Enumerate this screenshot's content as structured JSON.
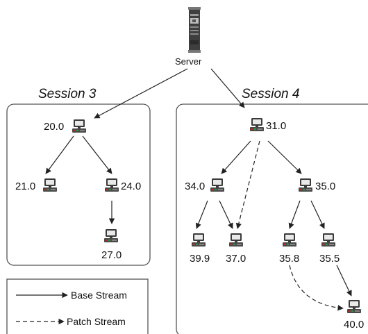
{
  "server": {
    "label": "Server"
  },
  "sessions": [
    {
      "id": "s3",
      "title": "Session 3"
    },
    {
      "id": "s4",
      "title": "Session 4"
    }
  ],
  "nodes": [
    {
      "id": "n20",
      "label": "20.0",
      "session": "s3"
    },
    {
      "id": "n21",
      "label": "21.0",
      "session": "s3"
    },
    {
      "id": "n24",
      "label": "24.0",
      "session": "s3"
    },
    {
      "id": "n27",
      "label": "27.0",
      "session": "s3"
    },
    {
      "id": "n31",
      "label": "31.0",
      "session": "s4"
    },
    {
      "id": "n34",
      "label": "34.0",
      "session": "s4"
    },
    {
      "id": "n35",
      "label": "35.0",
      "session": "s4"
    },
    {
      "id": "n399",
      "label": "39.9",
      "session": "s4"
    },
    {
      "id": "n37",
      "label": "37.0",
      "session": "s4"
    },
    {
      "id": "n358",
      "label": "35.8",
      "session": "s4"
    },
    {
      "id": "n355",
      "label": "35.5",
      "session": "s4"
    },
    {
      "id": "n40",
      "label": "40.0",
      "session": "s4"
    }
  ],
  "edges": [
    {
      "from": "server",
      "to": "n20",
      "type": "base"
    },
    {
      "from": "server",
      "to": "n31",
      "type": "base"
    },
    {
      "from": "n20",
      "to": "n21",
      "type": "base"
    },
    {
      "from": "n20",
      "to": "n24",
      "type": "base"
    },
    {
      "from": "n24",
      "to": "n27",
      "type": "base"
    },
    {
      "from": "n31",
      "to": "n34",
      "type": "base"
    },
    {
      "from": "n31",
      "to": "n35",
      "type": "base"
    },
    {
      "from": "n31",
      "to": "n37",
      "type": "patch"
    },
    {
      "from": "n34",
      "to": "n399",
      "type": "base"
    },
    {
      "from": "n34",
      "to": "n37",
      "type": "base"
    },
    {
      "from": "n35",
      "to": "n358",
      "type": "base"
    },
    {
      "from": "n35",
      "to": "n355",
      "type": "base"
    },
    {
      "from": "n355",
      "to": "n40",
      "type": "base"
    },
    {
      "from": "n358",
      "to": "n40",
      "type": "patch"
    }
  ],
  "legend": {
    "base_label": "Base Stream",
    "patch_label": "Patch Stream"
  }
}
